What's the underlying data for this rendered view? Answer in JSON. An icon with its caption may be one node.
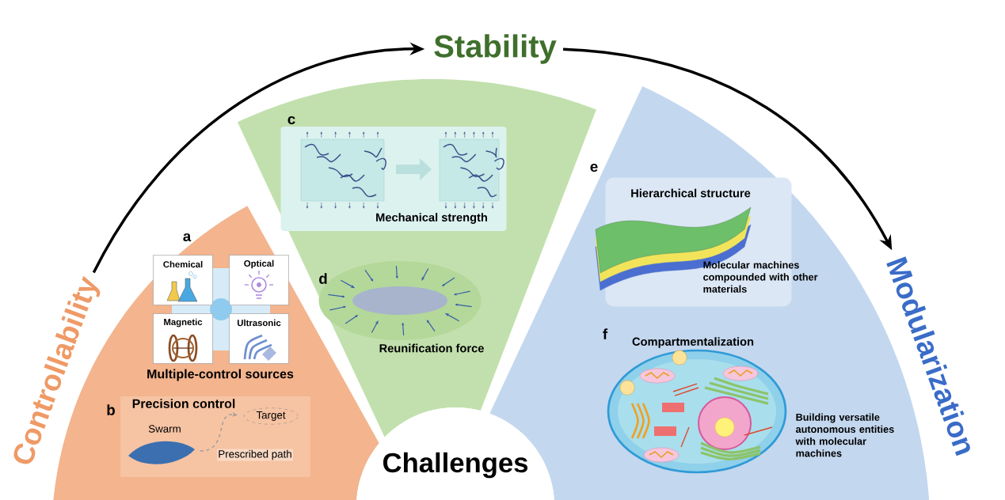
{
  "diagram": {
    "nodes": [
      {
        "text": [
          "Controllability"
        ]
      },
      {
        "text": [
          "Stability"
        ]
      },
      {
        "text": [
          "Modularization"
        ]
      },
      {
        "text": [],
        "shape": "sector"
      },
      {
        "text": [
          "a",
          "Multiple-control sources"
        ],
        "in": 3
      },
      {
        "text": [
          "Chemical"
        ],
        "in": 4
      },
      {
        "text": [
          "Optical"
        ],
        "in": 4
      },
      {
        "text": [
          "Magnetic"
        ],
        "in": 4
      },
      {
        "text": [
          "Ultrasonic"
        ],
        "in": 4
      },
      {
        "text": [
          "b",
          "Precision control"
        ],
        "in": 3
      },
      {
        "text": [],
        "shape": "picture",
        "beside": [
          "Swarm"
        ],
        "in": 9
      },
      {
        "text": [
          "Target"
        ],
        "in": 9
      },
      {
        "text": [],
        "shape": "sector"
      },
      {
        "text": [
          "c",
          "Mechanical strength"
        ],
        "in": 12
      },
      {
        "text": [
          "d",
          "Reunification force"
        ],
        "in": 12
      },
      {
        "text": [],
        "shape": "sector"
      },
      {
        "text": [
          "e",
          "Hierarchical structure",
          "Molecular machines compounded with other materials"
        ],
        "in": 15
      },
      {
        "text": [
          "f",
          "Compartmentalization",
          "Building versatile autonomous entities with molecular machines"
        ],
        "in": 15
      },
      {
        "text": [
          "Challenges"
        ]
      }
    ],
    "edges": [
      {
        "from": 0,
        "to": 1,
        "arrow": "to"
      },
      {
        "from": 1,
        "to": 2,
        "arrow": "to"
      },
      {
        "from": 10,
        "to": 11,
        "arrow": "to",
        "label": "Prescribed path",
        "style": "dashed",
        "color": "#9a9a9a"
      }
    ]
  }
}
